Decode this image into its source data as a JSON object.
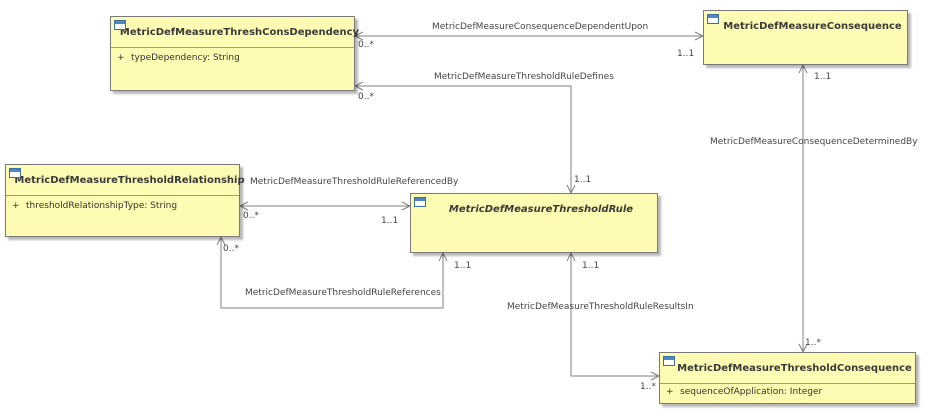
{
  "classes": {
    "thresh_cons_dependency": {
      "name": "MetricDefMeasureThreshConsDependency",
      "attributes": [
        {
          "visibility": "+",
          "text": "typeDependency: String"
        }
      ]
    },
    "consequence": {
      "name": "MetricDefMeasureConsequence",
      "attributes": []
    },
    "threshold_relationship": {
      "name": "MetricDefMeasureThresholdRelationship",
      "attributes": [
        {
          "visibility": "+",
          "text": "thresholdRelationshipType: String"
        }
      ]
    },
    "threshold_rule": {
      "name": "MetricDefMeasureThresholdRule",
      "abstract": true,
      "attributes": []
    },
    "threshold_consequence": {
      "name": "MetricDefMeasureThresholdConsequence",
      "attributes": [
        {
          "visibility": "+",
          "text": "sequenceOfApplication: Integer"
        }
      ]
    }
  },
  "associations": {
    "consequence_dependent_upon": {
      "name": "MetricDefMeasureConsequenceDependentUpon",
      "source_mult": "0..*",
      "target_mult": "1..1"
    },
    "threshold_rule_defines": {
      "name": "MetricDefMeasureThresholdRuleDefines",
      "source_mult": "0..*",
      "target_mult": "1..1"
    },
    "consequence_determined_by": {
      "name": "MetricDefMeasureConsequenceDeterminedBy",
      "source_mult": "1..1",
      "target_mult": "1..*"
    },
    "threshold_rule_referenced_by": {
      "name": "MetricDefMeasureThresholdRuleReferencedBy",
      "source_mult": "0..*",
      "target_mult": "1..1"
    },
    "threshold_rule_references": {
      "name": "MetricDefMeasureThresholdRuleReferences",
      "source_mult": "0..*",
      "target_mult": "1..1"
    },
    "threshold_rule_results_in": {
      "name": "MetricDefMeasureThresholdRuleResultsIn",
      "source_mult": "1..1",
      "target_mult": "1..*"
    }
  },
  "colors": {
    "class_fill": "#fdfcb2",
    "class_border": "#7a7a7a",
    "line": "#808080",
    "icon": "#3b6ea5"
  }
}
